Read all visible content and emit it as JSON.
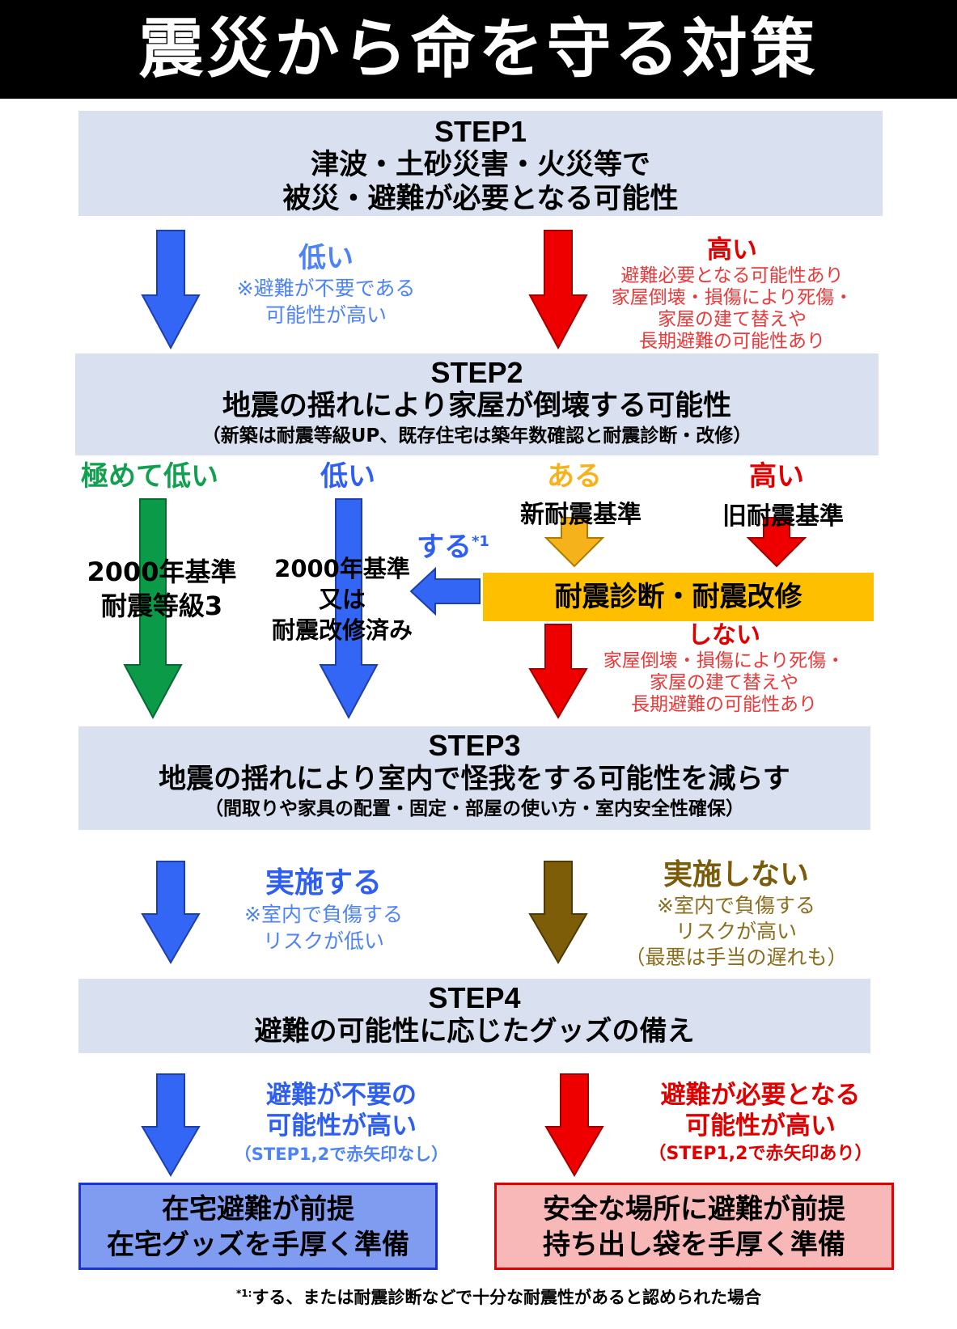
{
  "title": "震災から命を守る対策",
  "step1": {
    "label": "STEP1",
    "line1": "津波・土砂災害・火災等で",
    "line2": "被災・避難が必要となる可能性"
  },
  "step1_low": {
    "head": "低い",
    "line1": "※避難が不要である",
    "line2": "可能性が高い"
  },
  "step1_high": {
    "head": "高い",
    "line1": "避難必要となる可能性あり",
    "line2": "家屋倒壊・損傷により死傷・",
    "line3": "家屋の建て替えや",
    "line4": "長期避難の可能性あり"
  },
  "step2": {
    "label": "STEP2",
    "line1": "地震の揺れにより家屋が倒壊する可能性",
    "sub": "（新築は耐震等級UP、既存住宅は築年数確認と耐震診断・改修）"
  },
  "step2_branches": {
    "very_low": "極めて低い",
    "low": "低い",
    "exists": "ある",
    "high": "高い",
    "new_standard": "新耐震基準",
    "old_standard": "旧耐震基準",
    "do": "する",
    "do_note": "*1",
    "very_low_line1": "2000年基準",
    "very_low_line2": "耐震等級3",
    "low_line1": "2000年基準",
    "low_line2": "又は",
    "low_line3": "耐震改修済み",
    "diagnosis": "耐震診断・耐震改修",
    "not_do": "しない",
    "not_do_line1": "家屋倒壊・損傷により死傷・",
    "not_do_line2": "家屋の建て替えや",
    "not_do_line3": "長期避難の可能性あり"
  },
  "step3": {
    "label": "STEP3",
    "line1": "地震の揺れにより室内で怪我をする可能性を減らす",
    "sub": "（間取りや家具の配置・固定・部屋の使い方・室内安全性確保）"
  },
  "step3_do": {
    "head": "実施する",
    "line1": "※室内で負傷する",
    "line2": "リスクが低い"
  },
  "step3_not": {
    "head": "実施しない",
    "line1": "※室内で負傷する",
    "line2": "リスクが高い",
    "line3": "（最悪は手当の遅れも）"
  },
  "step4": {
    "label": "STEP4",
    "line1": "避難の可能性に応じたグッズの備え"
  },
  "step4_left": {
    "line1": "避難が不要の",
    "line2": "可能性が高い",
    "line3": "（STEP1,2で赤矢印なし）"
  },
  "step4_right": {
    "line1": "避難が必要となる",
    "line2": "可能性が高い",
    "line3": "（STEP1,2で赤矢印あり）"
  },
  "final_left": {
    "line1": "在宅避難が前提",
    "line2": "在宅グッズを手厚く準備"
  },
  "final_right": {
    "line1": "安全な場所に避難が前提",
    "line2": "持ち出し袋を手厚く準備"
  },
  "footnote": {
    "mark": "*1:",
    "text": "する、または耐震診断などで十分な耐震性があると認められた場合"
  },
  "colors": {
    "blue_arrow": "#3366f5",
    "red_arrow": "#ee0000",
    "green_arrow": "#0a9a48",
    "orange_arrow": "#f5b21a",
    "brown_arrow": "#7d5d08",
    "step_box": "#d9e1f0",
    "diagnosis_box": "#fdbf00",
    "final_left_fill": "#7f9cf0",
    "final_right_fill": "#f8b8b8"
  }
}
